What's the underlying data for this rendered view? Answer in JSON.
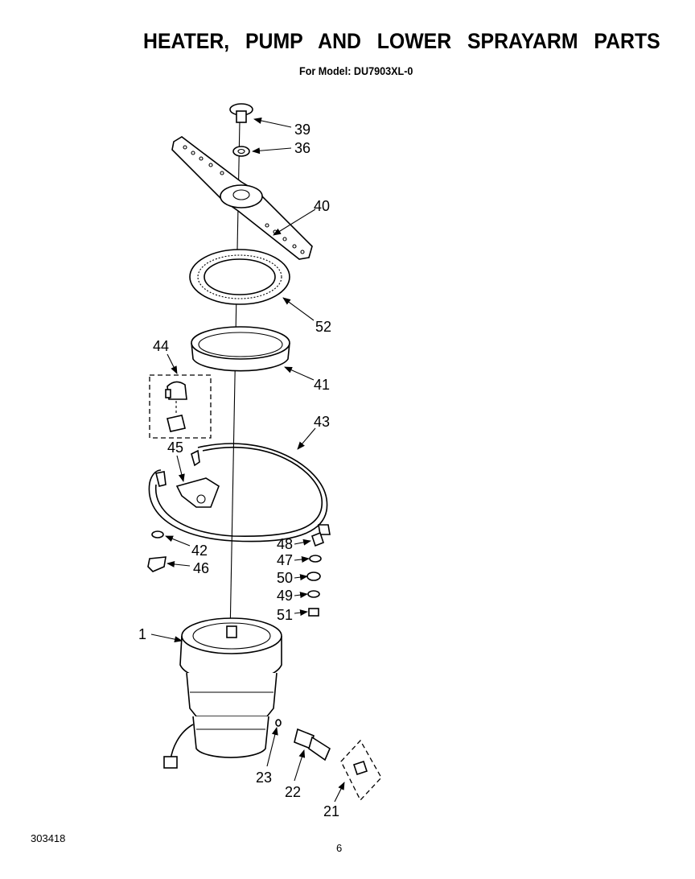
{
  "header": {
    "title": "HEATER, PUMP   AND LOWER   SPRAYARM   PARTS",
    "model_line": "For Model: DU7903XL-0"
  },
  "footer": {
    "doc_number": "303418",
    "page_number": "6"
  },
  "callouts": {
    "c39": "39",
    "c36": "36",
    "c40": "40",
    "c52": "52",
    "c41": "41",
    "c44": "44",
    "c43": "43",
    "c45": "45",
    "c42": "42",
    "c46": "46",
    "c48": "48",
    "c47": "47",
    "c50": "50",
    "c49": "49",
    "c51": "51",
    "c1": "1",
    "c23": "23",
    "c22": "22",
    "c21": "21"
  }
}
